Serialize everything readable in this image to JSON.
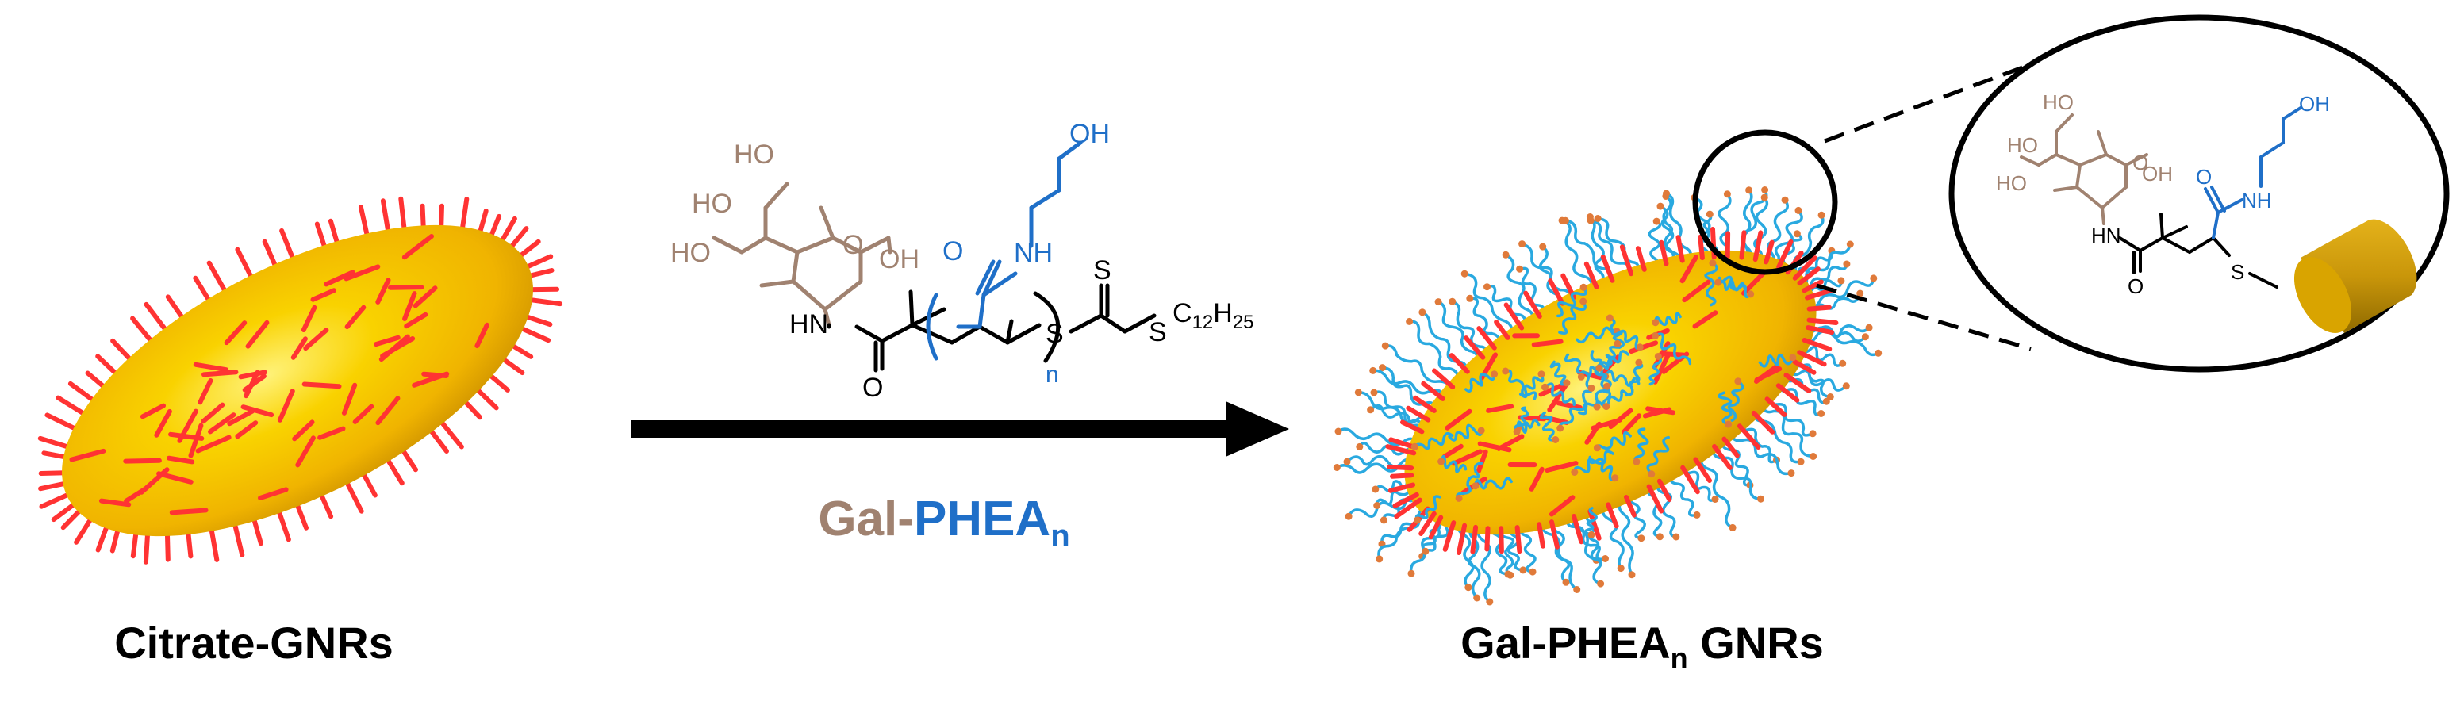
{
  "labels": {
    "left_caption": "Citrate-GNRs",
    "right_caption_main": "Gal-PHEA",
    "right_caption_sub": "n",
    "right_caption_tail": " GNRs",
    "arrow_gal": "Gal",
    "arrow_dash": "-",
    "arrow_phea": "PHEA",
    "arrow_sub": "n"
  },
  "chem_labels": {
    "ho1": "HO",
    "ho2": "HO",
    "ho3": "HO",
    "o_ring": "O",
    "oh_ring": "OH",
    "hn": "HN",
    "o_amide": "O",
    "o_side": "O",
    "nh": "NH",
    "oh_top": "OH",
    "s_thio": "S",
    "s_bridge": "S",
    "s_end": "S",
    "c12": "C",
    "c12_sub": "12",
    "h25": "H",
    "h25_sub": "25",
    "n_sub": "n"
  },
  "inset_labels": {
    "ho1": "HO",
    "ho2": "HO",
    "ho3": "HO",
    "o_ring": "O",
    "oh_ring": "OH",
    "hn": "HN",
    "o_amide": "O",
    "o_side": "O",
    "nh": "NH",
    "oh_top": "OH",
    "s_link": "S"
  },
  "colors": {
    "gold": "#f5c400",
    "gold_dark": "#d89a00",
    "citrate_red": "#ff3333",
    "polymer_blue": "#29a9e0",
    "end_orange": "#e07a3a",
    "sugar_brown": "#a08270",
    "phea_blue": "#1f6fc8",
    "black": "#000000"
  }
}
